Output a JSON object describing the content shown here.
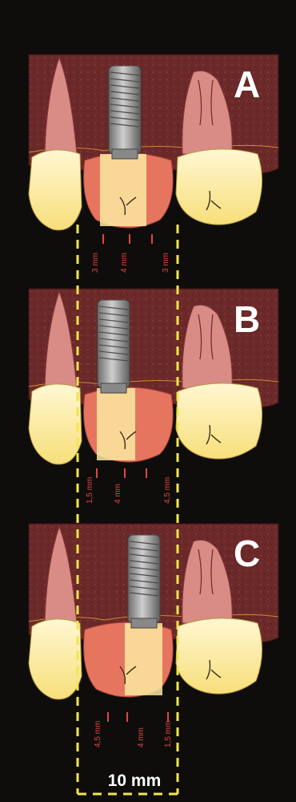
{
  "panels": [
    {
      "letter": "A",
      "left_mm": "3 mm",
      "center_mm": "4 mm",
      "right_mm": "3 mm"
    },
    {
      "letter": "B",
      "left_mm": "1,5 mm",
      "center_mm": "4 mm",
      "right_mm": "4,5 mm"
    },
    {
      "letter": "C",
      "left_mm": "4,5 mm",
      "center_mm": "4 mm",
      "right_mm": "1,5 mm"
    }
  ],
  "total_width_label": "10 mm",
  "colors": {
    "background": "#0f0d0c",
    "bone": "#6e2a2a",
    "root": "#d98b86",
    "crown_yellow": "#fbe9a0",
    "pontic_red": "#e6755f",
    "implant_gray": "#9b9b9b",
    "guide_yellow": "#f2e64a",
    "dimension_red": "#e0473f"
  }
}
